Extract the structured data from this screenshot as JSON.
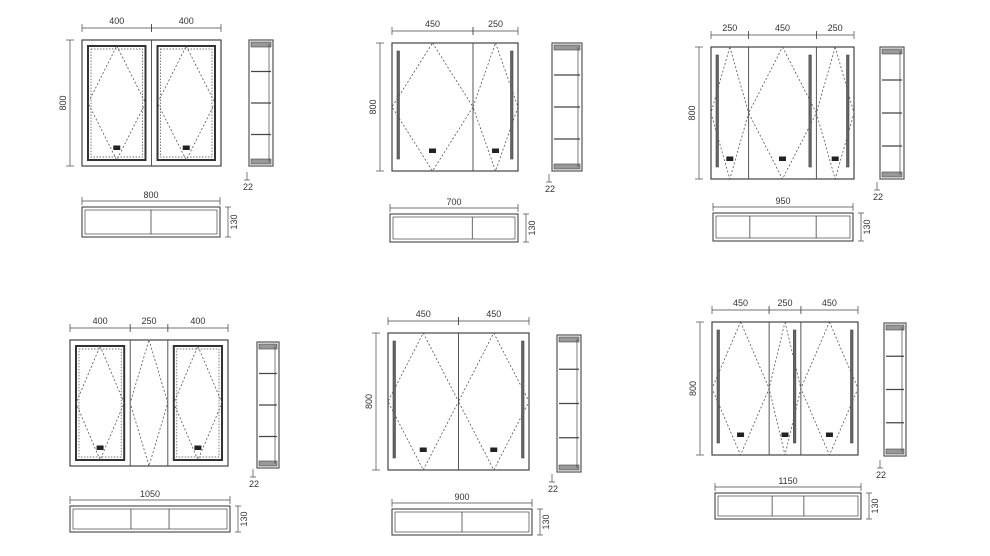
{
  "units_depth_label": "22",
  "units_height_label": "130",
  "cabinets": [
    {
      "id": "c1",
      "height_label": "800",
      "width_label": "800",
      "segments": [
        {
          "label": "400",
          "kind": "mirror-door"
        },
        {
          "label": "400",
          "kind": "mirror-door"
        }
      ]
    },
    {
      "id": "c2",
      "height_label": "800",
      "width_label": "700",
      "segments": [
        {
          "label": "450",
          "kind": "door-wide"
        },
        {
          "label": "250",
          "kind": "door-narrow"
        }
      ]
    },
    {
      "id": "c3",
      "height_label": "800",
      "width_label": "950",
      "segments": [
        {
          "label": "250",
          "kind": "door-narrow"
        },
        {
          "label": "450",
          "kind": "door-wide"
        },
        {
          "label": "250",
          "kind": "door-narrow"
        }
      ]
    },
    {
      "id": "c4",
      "height_label": "",
      "width_label": "1050",
      "segments": [
        {
          "label": "400",
          "kind": "mirror-door"
        },
        {
          "label": "250",
          "kind": "open-center"
        },
        {
          "label": "400",
          "kind": "mirror-door"
        }
      ]
    },
    {
      "id": "c5",
      "height_label": "800",
      "width_label": "900",
      "segments": [
        {
          "label": "450",
          "kind": "door-wide"
        },
        {
          "label": "450",
          "kind": "door-wide"
        }
      ]
    },
    {
      "id": "c6",
      "height_label": "800",
      "width_label": "1150",
      "segments": [
        {
          "label": "450",
          "kind": "door-wide"
        },
        {
          "label": "250",
          "kind": "door-narrow"
        },
        {
          "label": "450",
          "kind": "door-wide"
        }
      ]
    }
  ]
}
